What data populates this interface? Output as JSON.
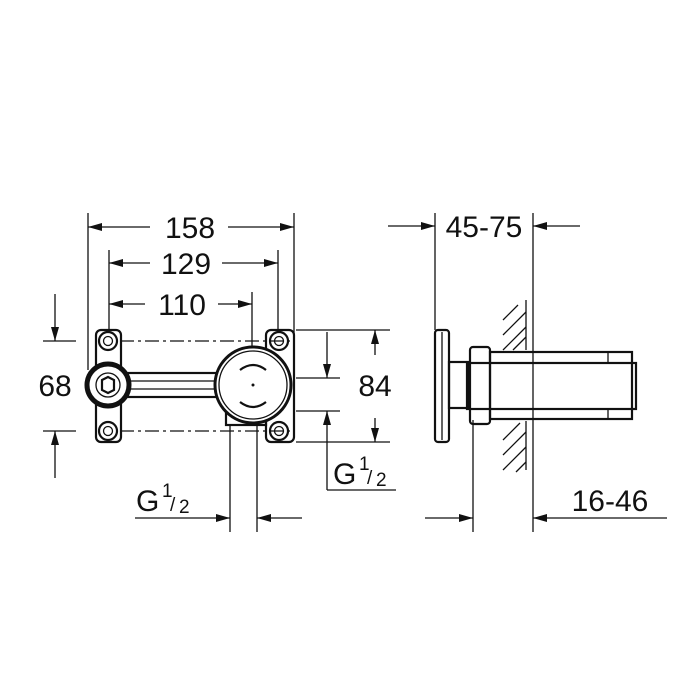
{
  "dimensions": {
    "overall_width": "158",
    "mount_holes_spacing": "129",
    "inlet_to_outlet": "110",
    "left_height": "68",
    "right_height": "84",
    "wall_depth_range": "45-75",
    "projection_range": "16-46"
  },
  "thread": {
    "letter": "G",
    "num": "1",
    "den": "2"
  }
}
